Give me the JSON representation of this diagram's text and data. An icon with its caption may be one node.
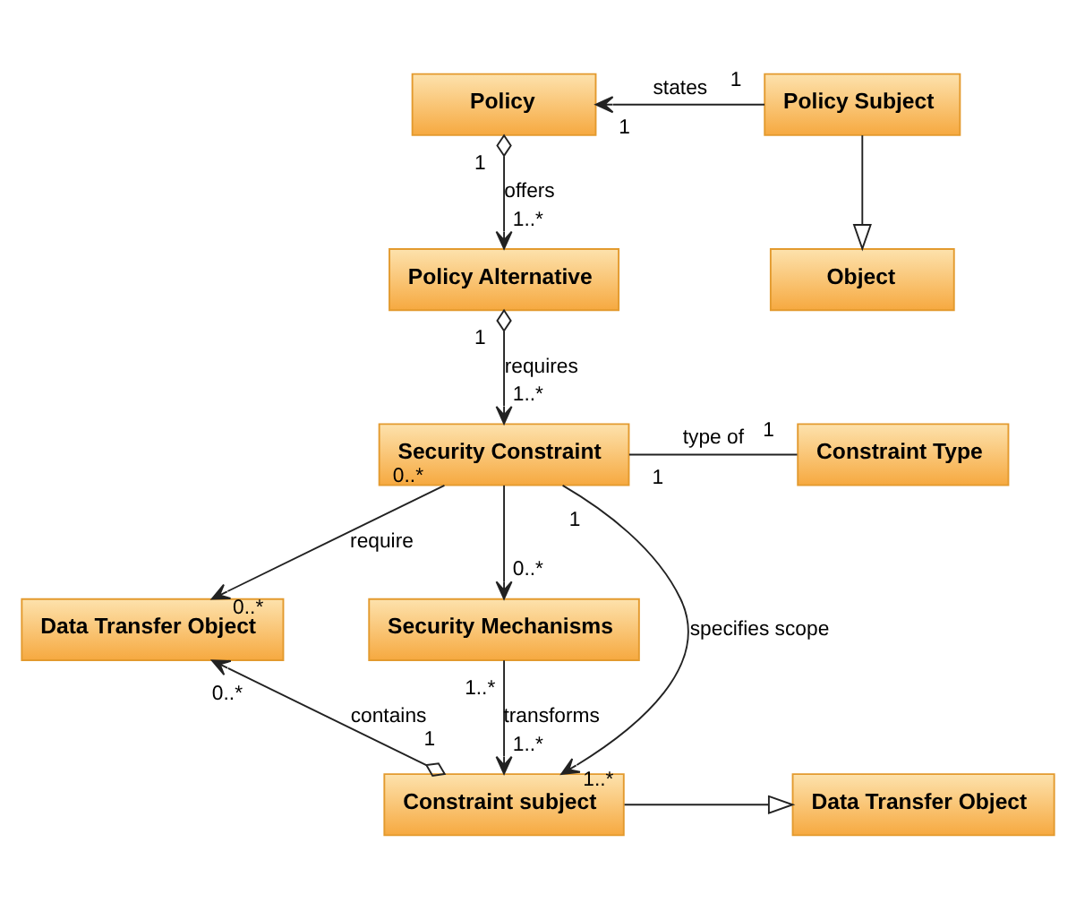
{
  "diagram": {
    "nodes": [
      {
        "text": [
          "Policy"
        ]
      },
      {
        "text": [
          "Policy Subject"
        ]
      },
      {
        "text": [
          "Object"
        ]
      },
      {
        "text": [
          "Policy Alternative"
        ]
      },
      {
        "text": [
          "Security Constraint"
        ]
      },
      {
        "text": [
          "Constraint Type"
        ]
      },
      {
        "text": [
          "Data Transfer Object"
        ]
      },
      {
        "text": [
          "Security Mechanisms"
        ]
      },
      {
        "text": [
          "Constraint subject"
        ]
      },
      {
        "text": [
          "Data Transfer Object"
        ]
      }
    ],
    "edges": [
      {
        "from": 1,
        "to": 0,
        "arrow": "to",
        "label": "states"
      },
      {
        "from": 1,
        "to": 2,
        "arrow": "to"
      },
      {
        "from": 0,
        "to": 3,
        "arrow": "to",
        "label": "offers"
      },
      {
        "from": 3,
        "to": 4,
        "arrow": "to",
        "label": "requires"
      },
      {
        "from": 4,
        "to": 5,
        "arrow": "none",
        "label": "type of"
      },
      {
        "from": 4,
        "to": 8,
        "arrow": "to",
        "label": "specifies scope"
      },
      {
        "from": 4,
        "to": 6,
        "arrow": "to",
        "label": "require"
      },
      {
        "from": 4,
        "to": 7,
        "arrow": "to"
      },
      {
        "from": 8,
        "to": 6,
        "arrow": "to",
        "label": "contains"
      },
      {
        "from": 7,
        "to": 8,
        "arrow": "to",
        "label": "transforms"
      },
      {
        "from": 8,
        "to": 9,
        "arrow": "to"
      }
    ],
    "labels": [
      "1",
      "1",
      "1",
      "1..*",
      "1",
      "1..*",
      "1",
      "1",
      "1",
      "0..*",
      "0..*",
      "0..*",
      "0..*",
      "1..*",
      "1",
      "1..*",
      "1..*"
    ]
  }
}
